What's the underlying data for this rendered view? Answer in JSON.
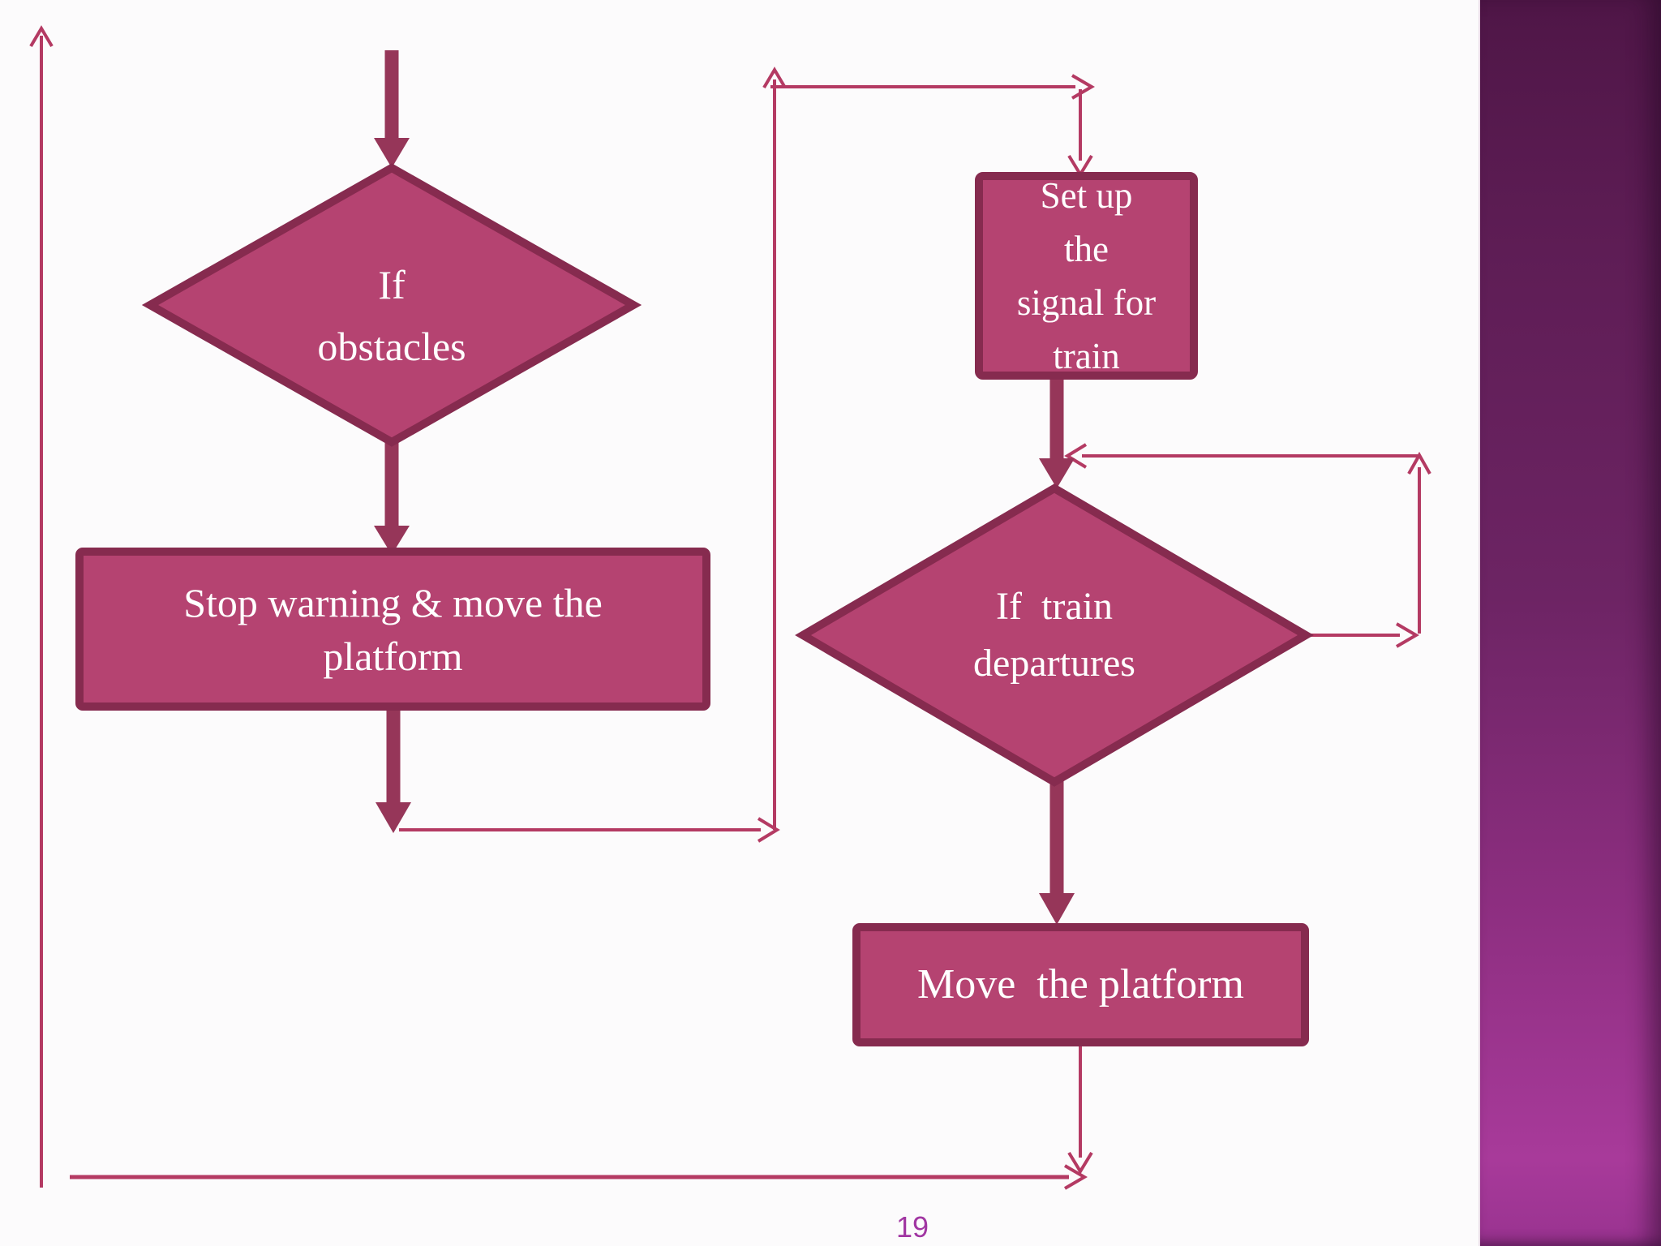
{
  "slide": {
    "page_number": "19"
  },
  "colors": {
    "background": "#fcfbfc",
    "shape_fill": "#b54371",
    "shape_border": "#862b4f",
    "thick_arrow": "#963659",
    "thin_line": "#b43a63",
    "text": "#ffffff",
    "page_number": "#a136a2",
    "bar_top": "#4f1647",
    "bar_mid": "#6d2464",
    "bar_bottom": "#a83a9a"
  },
  "flowchart": {
    "nodes": {
      "if_obstacles": {
        "type": "decision",
        "lines": [
          "If",
          "obstacles"
        ]
      },
      "stop_warning": {
        "type": "process",
        "lines": [
          "Stop warning & move the",
          "platform"
        ]
      },
      "setup_signal": {
        "type": "process",
        "lines": [
          "Set up",
          "the",
          "signal for",
          "train"
        ]
      },
      "if_train_departures": {
        "type": "decision",
        "lines": [
          "If  train",
          "departures"
        ]
      },
      "move_platform": {
        "type": "process",
        "lines": [
          "Move  the platform"
        ]
      }
    }
  }
}
